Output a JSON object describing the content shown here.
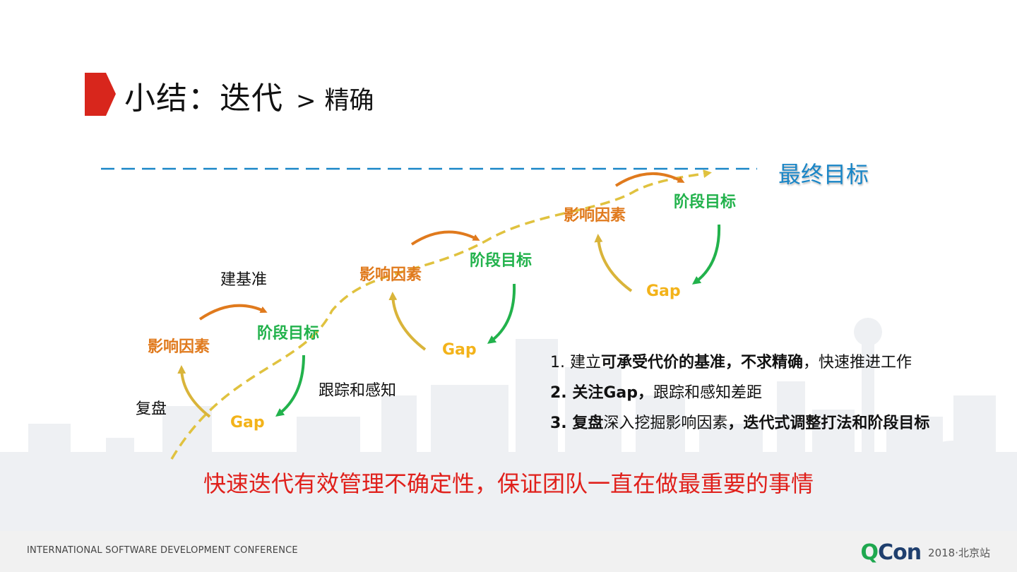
{
  "title": {
    "main": "小结：迭代",
    "separator": ">",
    "sub": "精确"
  },
  "final_goal": "最终目标",
  "cycles": [
    {
      "influence": "影响因素",
      "stage_goal": "阶段目标",
      "gap": "Gap"
    },
    {
      "influence": "影响因素",
      "stage_goal": "阶段目标",
      "gap": "Gap"
    },
    {
      "influence": "影响因素",
      "stage_goal": "阶段目标",
      "gap": "Gap"
    }
  ],
  "annotations": {
    "baseline": "建基准",
    "track": "跟踪和感知",
    "review": "复盘"
  },
  "summary": [
    {
      "prefix": "1. ",
      "s1": "建立",
      "b1": "可承受代价的基准，不求精确",
      "s2": "，快速推进工作"
    },
    {
      "prefix": "2. ",
      "b0": "关注Gap，",
      "s1": "跟踪和感知差距"
    },
    {
      "prefix": "3. ",
      "b0": "复盘",
      "s1": "深入挖掘影响因素",
      "b1": "，迭代式调整打法和阶段目标"
    }
  ],
  "slogan": "快速迭代有效管理不确定性，保证团队一直在做最重要的事情",
  "footer": {
    "conference": "INTERNATIONAL SOFTWARE DEVELOPMENT CONFERENCE",
    "brand_q": "Q",
    "brand_con": "Con",
    "edition": "2018·北京站"
  },
  "colors": {
    "accent_red": "#d8261c",
    "orange": "#e07a1d",
    "green": "#22b24c",
    "gap_yellow": "#f3b31a",
    "blue": "#1a86c7",
    "path_gold": "#d9b43a"
  }
}
